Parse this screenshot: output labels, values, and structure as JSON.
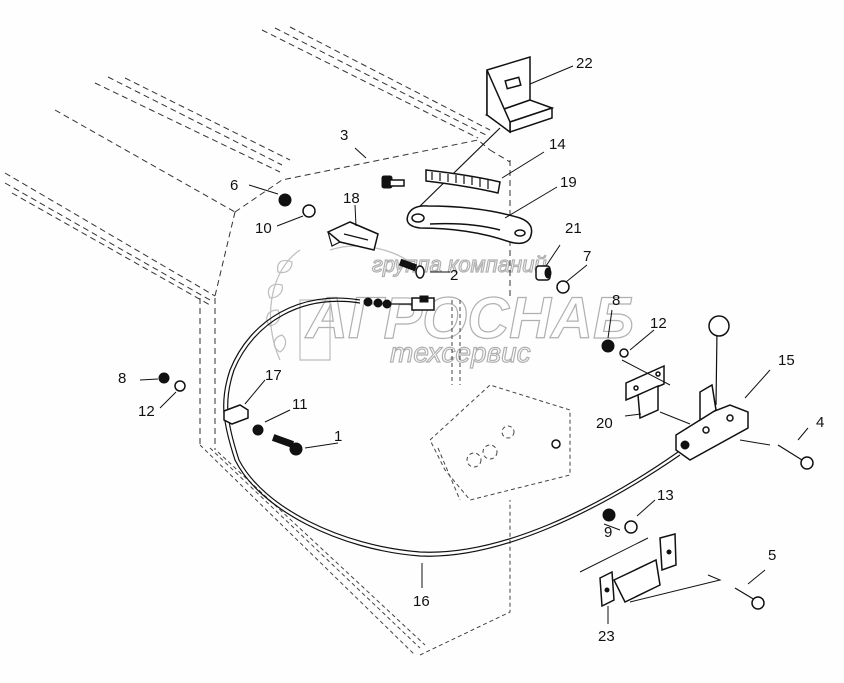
{
  "diagram": {
    "type": "exploded parts diagram",
    "subject": "cable control lever assembly"
  },
  "watermark": {
    "line1": "группа компаний",
    "line2": "АГРОСНАБ",
    "line3": "техсервис"
  },
  "callouts": [
    {
      "id": "1",
      "label": "1"
    },
    {
      "id": "2",
      "label": "2"
    },
    {
      "id": "3",
      "label": "3"
    },
    {
      "id": "4",
      "label": "4"
    },
    {
      "id": "5",
      "label": "5"
    },
    {
      "id": "6",
      "label": "6"
    },
    {
      "id": "7",
      "label": "7"
    },
    {
      "id": "8a",
      "label": "8"
    },
    {
      "id": "8b",
      "label": "8"
    },
    {
      "id": "9",
      "label": "9"
    },
    {
      "id": "10",
      "label": "10"
    },
    {
      "id": "11",
      "label": "11"
    },
    {
      "id": "12a",
      "label": "12"
    },
    {
      "id": "12b",
      "label": "12"
    },
    {
      "id": "13",
      "label": "13"
    },
    {
      "id": "14",
      "label": "14"
    },
    {
      "id": "15",
      "label": "15"
    },
    {
      "id": "16",
      "label": "16"
    },
    {
      "id": "17",
      "label": "17"
    },
    {
      "id": "18",
      "label": "18"
    },
    {
      "id": "19",
      "label": "19"
    },
    {
      "id": "20",
      "label": "20"
    },
    {
      "id": "21",
      "label": "21"
    },
    {
      "id": "22",
      "label": "22"
    },
    {
      "id": "23",
      "label": "23"
    }
  ]
}
